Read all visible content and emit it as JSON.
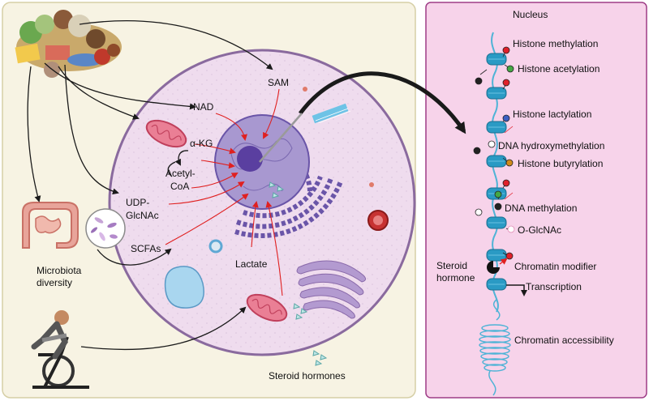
{
  "colors": {
    "left_panel_bg": "#f7f3e3",
    "left_panel_border": "#d6cfa6",
    "nucleus_panel_bg": "#f7d3ea",
    "nucleus_panel_border": "#9e3c86",
    "cell_fill": "#efdcee",
    "cell_border": "#8a6a9e",
    "cell_nucleus": "#9a88c4",
    "nucleolus": "#5a3fa0",
    "er": "#6a55a8",
    "mito": "#e05a78",
    "red_arrow": "#e02020",
    "black_arrow": "#1a1a1a",
    "dna": "#4fb3d6",
    "histone": "#2a9ac4",
    "mark_red": "#e0202a",
    "mark_green": "#44a844",
    "mark_blue": "#3b5fc2",
    "mark_orange": "#d08a1c",
    "mark_black": "#222222",
    "mark_white": "#ffffff",
    "mark_pink": "#e08ab4"
  },
  "icons": [
    "food-icon",
    "intestine-icon",
    "microbiota-icon",
    "exercise-bike-icon",
    "mitochondrion-icon",
    "golgi-icon",
    "vesicle-icon",
    "steroid-hormone-icon",
    "chromatin-modifier-icon",
    "histone-icon",
    "dna-coil-icon"
  ],
  "left": {
    "microbiota_label_1": "Microbiota",
    "microbiota_label_2": "diversity",
    "steroid_hormones_label": "Steroid hormones"
  },
  "cell": {
    "sam": "SAM",
    "nad": "NAD",
    "akg": "α-KG",
    "acetyl_1": "Acetyl-",
    "acetyl_2": "CoA",
    "udp_1": "UDP-",
    "udp_2": "GlcNAc",
    "scfas": "SCFAs",
    "lactate": "Lactate"
  },
  "nucleus": {
    "title": "Nucleus",
    "histone_methylation": "Histone methylation",
    "histone_acetylation": "Histone acetylation",
    "histone_lactylation": "Histone lactylation",
    "dna_hydroxymethylation": "DNA hydroxymethylation",
    "histone_butyrylation": "Histone butyrylation",
    "dna_methylation": "DNA methylation",
    "o_glcnac": "O-GlcNAc",
    "steroid_1": "Steroid",
    "steroid_2": "hormone",
    "chromatin_modifier": "Chromatin modifier",
    "transcription": "Transcription",
    "chromatin_accessibility": "Chromatin accessibility"
  }
}
